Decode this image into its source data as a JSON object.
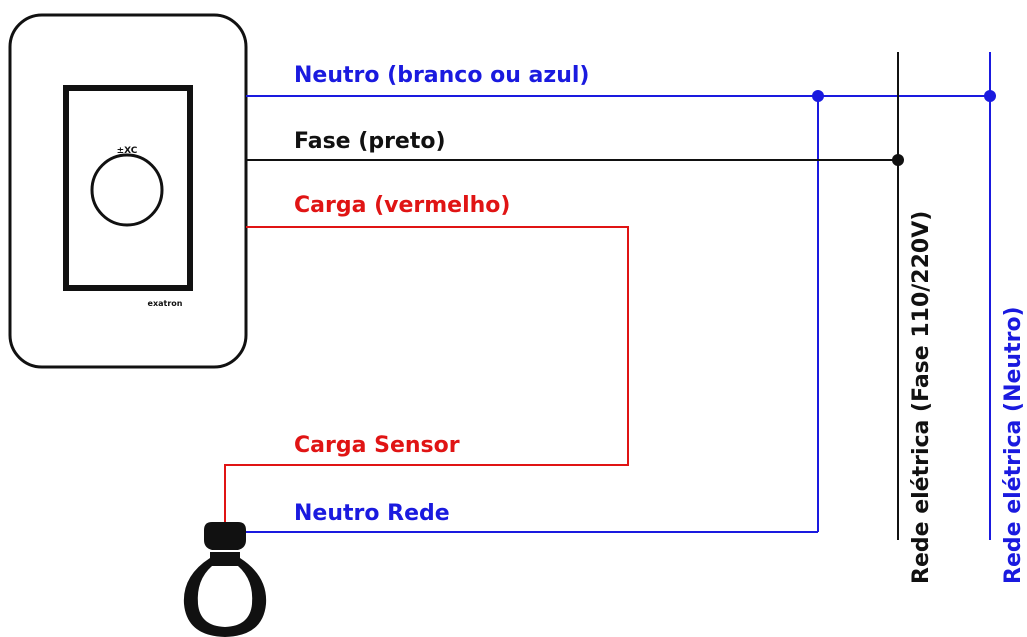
{
  "labels": {
    "neutro": "Neutro (branco ou azul)",
    "fase": "Fase (preto)",
    "carga": "Carga (vermelho)",
    "carga_sensor": "Carga Sensor",
    "neutro_rede": "Neutro Rede",
    "rede_fase": "Rede elétrica (Fase 110/220V)",
    "rede_neutro": "Rede elétrica (Neutro)"
  },
  "device": {
    "knob_mark": "±XC",
    "brand": "exatron"
  },
  "colors": {
    "neutral": "#1a1adf",
    "phase": "#111111",
    "load": "#e01414"
  },
  "icons": {
    "lamp": "light-bulb-icon",
    "switch": "sensor-switch-icon"
  }
}
